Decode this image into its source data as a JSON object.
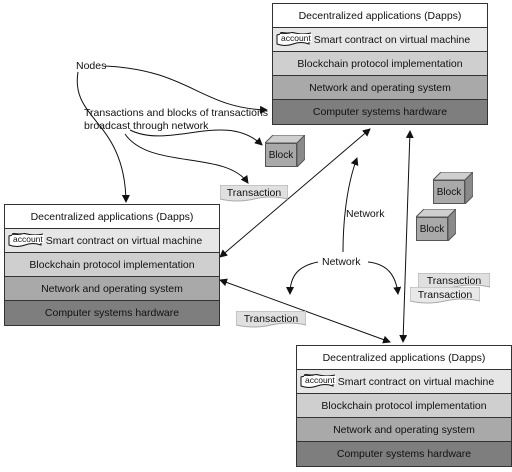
{
  "stacks": {
    "top": {
      "dapps": "Decentralized applications (Dapps)",
      "smart": "Smart contract on virtual machine",
      "protocol": "Blockchain protocol  implementation",
      "network": "Network and operating system",
      "hardware": "Computer systems hardware",
      "account": "account"
    },
    "left": {
      "dapps": "Decentralized applications (Dapps)",
      "smart": "Smart contract on virtual machine",
      "protocol": "Blockchain protocol  implementation",
      "network": "Network and operating system",
      "hardware": "Computer systems hardware",
      "account": "account"
    },
    "bottom": {
      "dapps": "Decentralized applications (Dapps)",
      "smart": "Smart contract on virtual machine",
      "protocol": "Blockchain protocol  implementation",
      "network": "Network and operating system",
      "hardware": "Computer systems hardware",
      "account": "account"
    }
  },
  "labels": {
    "nodes": "Nodes",
    "broadcast_line1": "Transactions and  blocks of  transactions",
    "broadcast_line2": "broadcast through network",
    "network_upper": "Network",
    "network_lower": "Network"
  },
  "blocks": [
    "Block",
    "Block",
    "Block"
  ],
  "transactions": [
    "Transaction",
    "Transaction",
    "Transaction",
    "Transaction"
  ]
}
